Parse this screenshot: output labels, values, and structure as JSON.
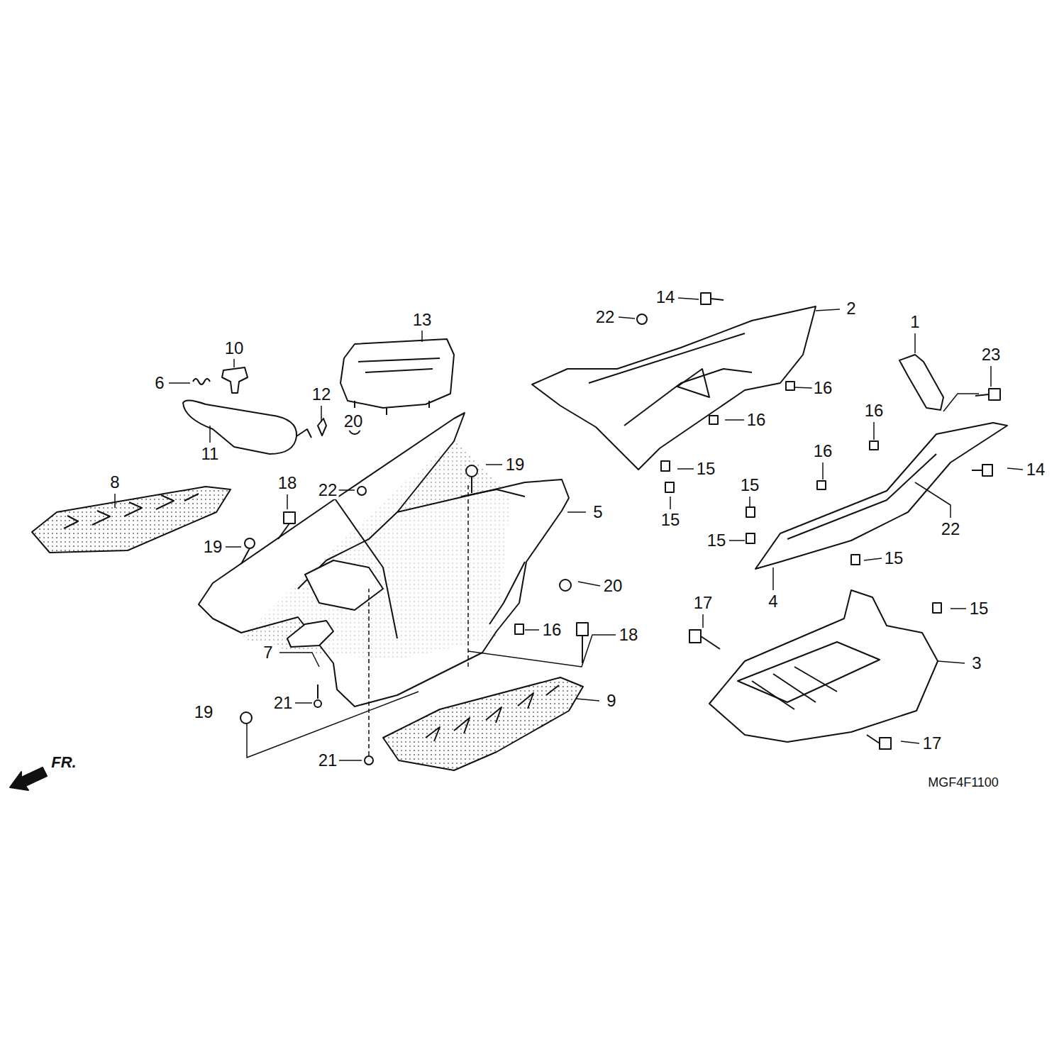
{
  "diagram": {
    "labels": [
      "14",
      "22",
      "2",
      "13",
      "1",
      "23",
      "10",
      "6",
      "16",
      "16",
      "12",
      "20",
      "16",
      "11",
      "19",
      "14",
      "15",
      "16",
      "8",
      "18",
      "22",
      "15",
      "5",
      "15",
      "22",
      "19",
      "15",
      "15",
      "20",
      "4",
      "17",
      "15",
      "16",
      "18",
      "7",
      "3",
      "9",
      "19",
      "21",
      "21",
      "17",
      "FR.",
      "MGF4F1100"
    ]
  }
}
